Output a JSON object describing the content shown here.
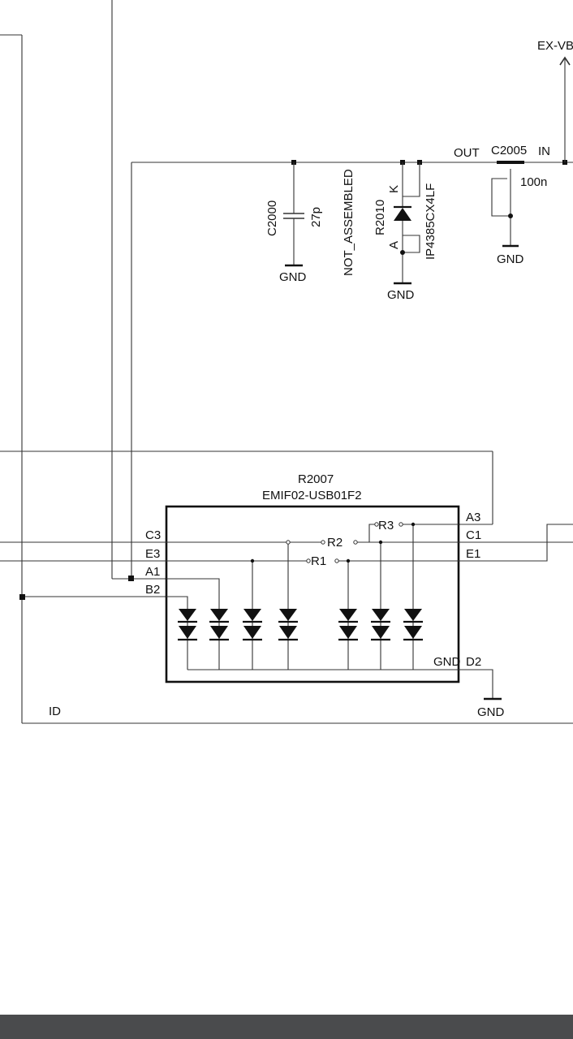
{
  "schematic": {
    "nets": {
      "ex_vbus": "EX-VB",
      "id": "ID",
      "out": "OUT",
      "in": "IN"
    },
    "components": {
      "c2000": {
        "ref": "C2000",
        "value": "27p",
        "gnd": "GND"
      },
      "c2005": {
        "ref": "C2005",
        "value": "100n",
        "gnd": "GND"
      },
      "r2010": {
        "ref": "R2010",
        "note": "NOT_ASSEMBLED"
      },
      "tvs": {
        "part": "IP4385CX4LF",
        "pin_k": "K",
        "pin_a": "A",
        "gnd": "GND"
      },
      "r2007": {
        "ref": "R2007",
        "part": "EMIF02-USB01F2",
        "pins_left": [
          "C3",
          "E3",
          "A1",
          "B2"
        ],
        "pins_right": [
          "A3",
          "C1",
          "E1"
        ],
        "pin_gnd": "GND",
        "pin_d2": "D2",
        "resistors": [
          "R1",
          "R2",
          "R3"
        ],
        "gnd": "GND"
      }
    }
  }
}
